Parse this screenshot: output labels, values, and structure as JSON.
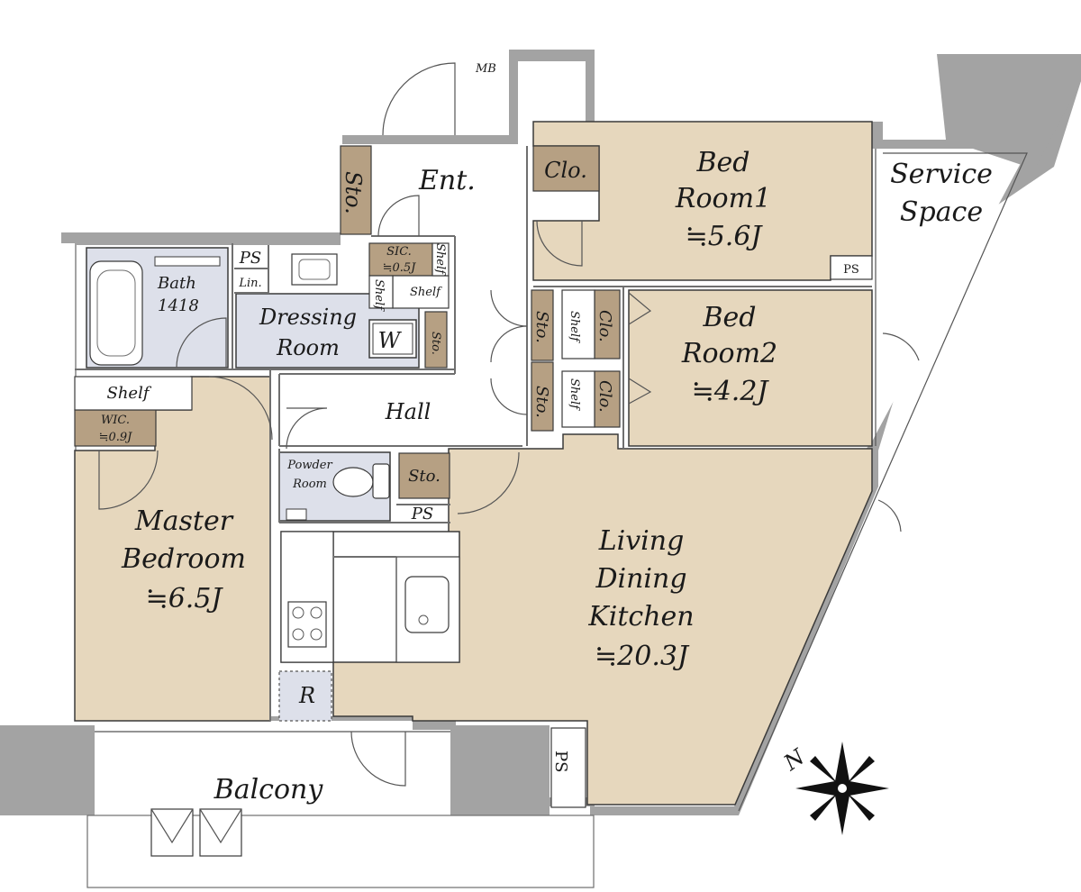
{
  "colors": {
    "room_tan": "#e6d7bd",
    "storage_brown": "#b6a083",
    "wet_blue": "#dde0ea",
    "wall_gray": "#a3a3a3",
    "line_dark": "#3a3a3a"
  },
  "rooms": {
    "entrance": "Ent.",
    "mb": "MB",
    "bed1": [
      "Bed",
      "Room1",
      "≒5.6J"
    ],
    "bed2": [
      "Bed",
      "Room2",
      "≒4.2J"
    ],
    "service": [
      "Service",
      "Space"
    ],
    "bath": [
      "Bath",
      "1418"
    ],
    "dressing": [
      "Dressing",
      "Room"
    ],
    "washer": "W",
    "hall": "Hall",
    "powder": [
      "Powder",
      "Room"
    ],
    "master": [
      "Master",
      "Bedroom",
      "≒6.5J"
    ],
    "ldk": [
      "Living",
      "Dining",
      "Kitchen",
      "≒20.3J"
    ],
    "balcony": "Balcony",
    "wic": [
      "WIC.",
      "≒0.9J"
    ],
    "sic": [
      "SIC.",
      "≒0.5J"
    ],
    "refrigerator": "R"
  },
  "labels": {
    "sto": "Sto.",
    "clo": "Clo.",
    "shelf": "Shelf",
    "ps": "PS",
    "lin": "Lin.",
    "compass_n": "N"
  }
}
